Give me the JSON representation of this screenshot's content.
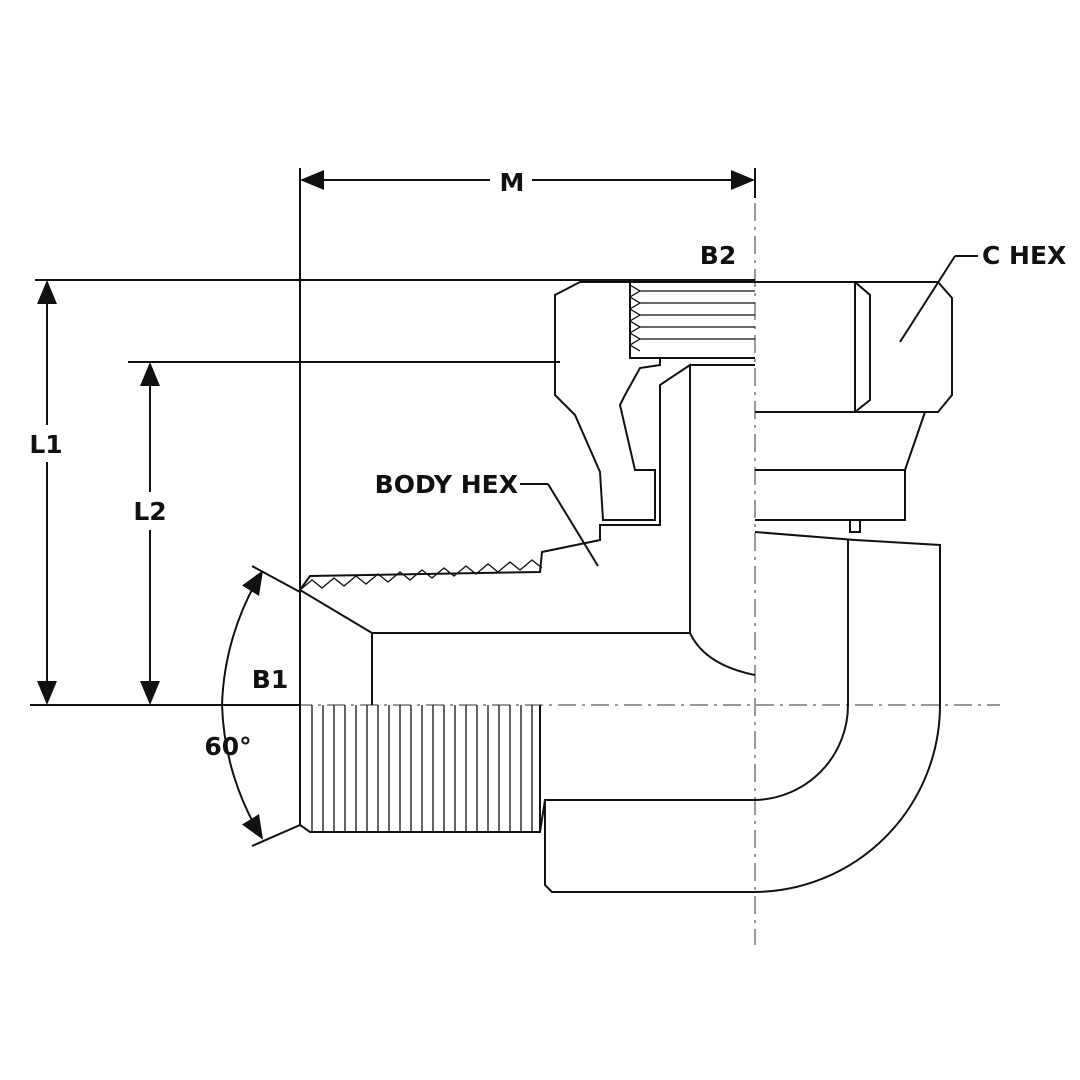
{
  "labels": {
    "m": "M",
    "b2": "B2",
    "c_hex": "C HEX",
    "l1": "L1",
    "l2": "L2",
    "body_hex": "BODY HEX",
    "b1": "B1",
    "angle": "60°"
  },
  "colors": {
    "line": "#111111",
    "background": "#ffffff"
  }
}
